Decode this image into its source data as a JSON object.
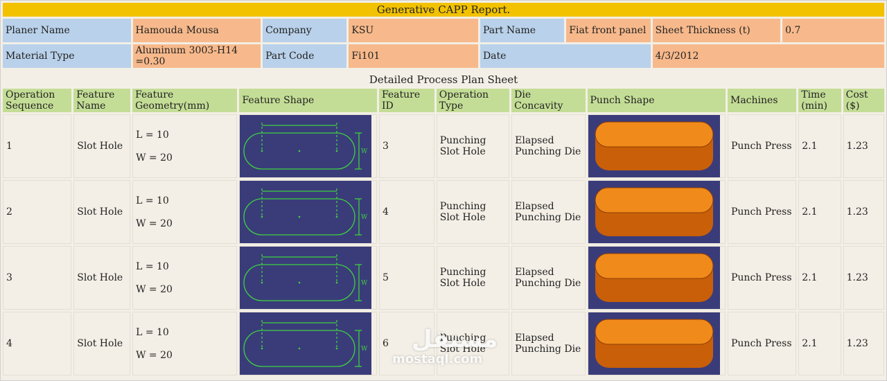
{
  "report": {
    "title": "Generative CAPP Report.",
    "row1": [
      {
        "label": "Planer Name",
        "value": "Hamouda Mousa"
      },
      {
        "label": "Company",
        "value": "KSU"
      },
      {
        "label": "Part Name",
        "value": "Fiat front panel"
      },
      {
        "label": "Sheet Thickness (t)",
        "value": "0.7"
      }
    ],
    "row2": [
      {
        "label": "Material Type",
        "value": "Aluminum 3003-H14 =0.30"
      },
      {
        "label": "Part Code",
        "value": "Fi101"
      },
      {
        "label": "Date",
        "value": "4/3/2012"
      }
    ]
  },
  "plan": {
    "title": "Detailed Process Plan Sheet",
    "headers": {
      "op_seq": "Operation Sequence",
      "feature_name": "Feature Name",
      "feature_geometry": "Feature Geometry(mm)",
      "feature_shape": "Feature Shape",
      "feature_id": "Feature ID",
      "operation_type": "Operation Type",
      "die_concavity": "Die Concavity",
      "punch_shape": "Punch Shape",
      "machines": "Machines",
      "time": "Time (min)",
      "cost": "Cost ($)"
    },
    "shape_dim_label": "W",
    "rows": [
      {
        "seq": "1",
        "feature": "Slot Hole",
        "geo_l": "L = 10",
        "geo_w": "W = 20",
        "id": "3",
        "op": "Punching Slot Hole",
        "die": "Elapsed Punching Die",
        "machine": "Punch Press",
        "time": "2.1",
        "cost": "1.23"
      },
      {
        "seq": "2",
        "feature": "Slot Hole",
        "geo_l": "L = 10",
        "geo_w": "W = 20",
        "id": "4",
        "op": "Punching Slot Hole",
        "die": "Elapsed Punching Die",
        "machine": "Punch Press",
        "time": "2.1",
        "cost": "1.23"
      },
      {
        "seq": "3",
        "feature": "Slot Hole",
        "geo_l": "L = 10",
        "geo_w": "W = 20",
        "id": "5",
        "op": "Punching Slot Hole",
        "die": "Elapsed Punching Die",
        "machine": "Punch Press",
        "time": "2.1",
        "cost": "1.23"
      },
      {
        "seq": "4",
        "feature": "Slot Hole",
        "geo_l": "L = 10",
        "geo_w": "W = 20",
        "id": "6",
        "op": "Punching Slot Hole",
        "die": "Elapsed Punching Die",
        "machine": "Punch Press",
        "time": "2.1",
        "cost": "1.23"
      }
    ]
  },
  "watermark": {
    "logo": "مستقل",
    "site": "mostaql.com"
  },
  "colors": {
    "title": "#f2c200",
    "label": "#b9d1ea",
    "value": "#f7b98b",
    "header": "#c4dd96",
    "drawing_bg": "#3a3c7a",
    "punch": "#e8780d"
  }
}
